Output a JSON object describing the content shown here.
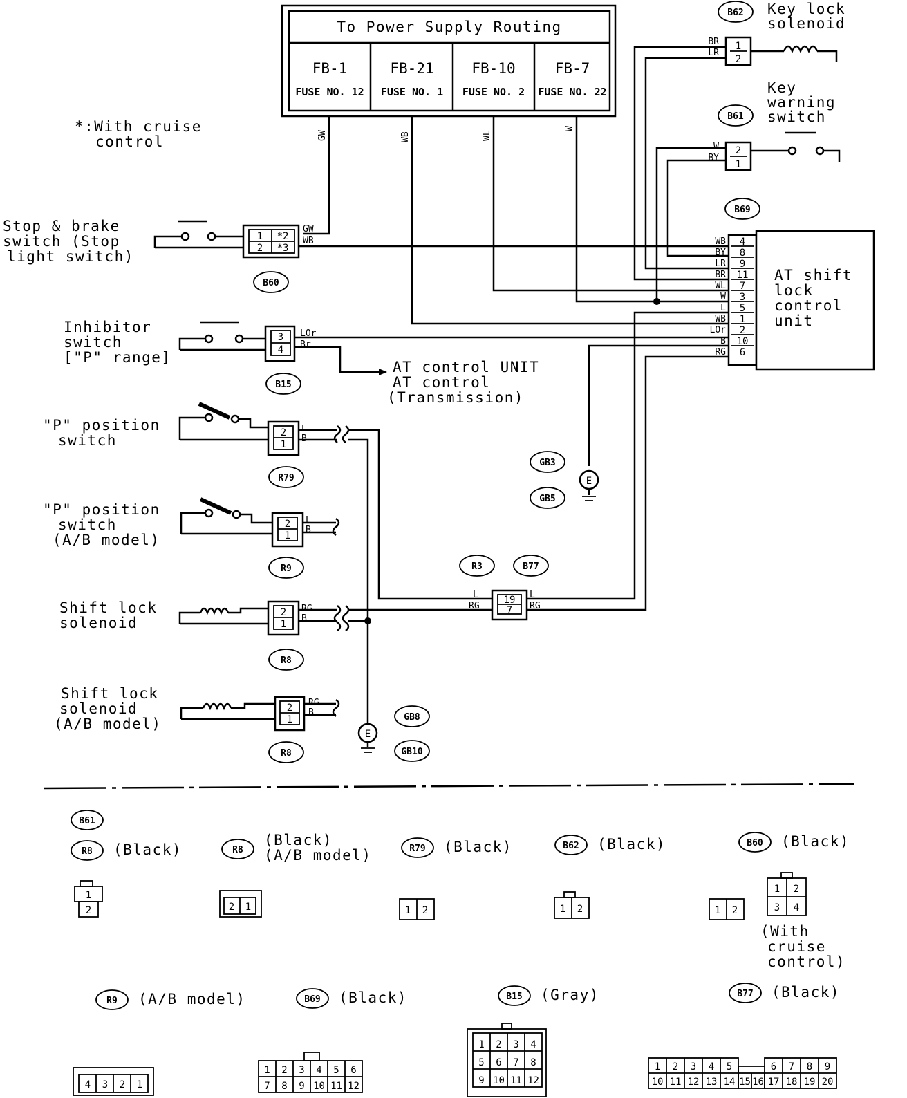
{
  "power": {
    "title": "To Power Supply Routing",
    "fuses": [
      {
        "fb": "FB-1",
        "fuse": "FUSE NO. 12",
        "wire": "GW"
      },
      {
        "fb": "FB-21",
        "fuse": "FUSE NO. 1",
        "wire": "WB"
      },
      {
        "fb": "FB-10",
        "fuse": "FUSE NO. 2",
        "wire": "WL"
      },
      {
        "fb": "FB-7",
        "fuse": "FUSE NO. 22",
        "wire": "W"
      }
    ]
  },
  "note": {
    "line1": "*:With cruise",
    "line2": "control"
  },
  "components": {
    "key_lock": {
      "line1": "Key lock",
      "line2": "solenoid",
      "conn": "B62"
    },
    "key_warning": {
      "line1": "Key",
      "line2": "warning",
      "line3": "switch",
      "conn": "B61"
    },
    "stop_brake": {
      "line1": "Stop & brake",
      "line2": "switch (Stop",
      "line3": "light switch)",
      "conn": "B60"
    },
    "inhibitor": {
      "line1": "Inhibitor",
      "line2": "switch",
      "line3": "[\"P\" range]",
      "conn": "B15"
    },
    "at_control": {
      "line1": "AT control UNIT",
      "line2": "AT control",
      "line3": "(Transmission)"
    },
    "p_pos1": {
      "line1": "\"P\" position",
      "line2": "switch",
      "conn": "R79"
    },
    "p_pos2": {
      "line1": "\"P\" position",
      "line2": "switch",
      "line3": "(A/B model)",
      "conn": "R9"
    },
    "shift1": {
      "line1": "Shift lock",
      "line2": "solenoid",
      "conn": "R8"
    },
    "shift2": {
      "line1": "Shift lock",
      "line2": "solenoid",
      "line3": "(A/B model)",
      "conn": "R8"
    },
    "unit": {
      "line1": "AT shift",
      "line2": "lock",
      "line3": "control",
      "line4": "unit",
      "conn": "B69"
    },
    "grounds": {
      "g1": "GB3",
      "g2": "GB5",
      "g3": "GB8",
      "g4": "GB10",
      "symbol": "E"
    },
    "junction": {
      "a": "R3",
      "b": "B77"
    }
  },
  "unit_pins": [
    {
      "wire": "WB",
      "pin": "4"
    },
    {
      "wire": "BY",
      "pin": "8"
    },
    {
      "wire": "LR",
      "pin": "9"
    },
    {
      "wire": "BR",
      "pin": "11"
    },
    {
      "wire": "WL",
      "pin": "7"
    },
    {
      "wire": "W",
      "pin": "3"
    },
    {
      "wire": "L",
      "pin": "5"
    },
    {
      "wire": "WB",
      "pin": "1"
    },
    {
      "wire": "LOr",
      "pin": "2"
    },
    {
      "wire": "B",
      "pin": "10"
    },
    {
      "wire": "RG",
      "pin": "6"
    }
  ],
  "legend": {
    "b61": "B61",
    "r8a": "R8",
    "r8a_color": "(Black)",
    "r8b": "R8",
    "r8b_color": "(Black)",
    "r8b_note": "(A/B model)",
    "r79": "R79",
    "r79_color": "(Black)",
    "b62": "B62",
    "b62_color": "(Black)",
    "b60": "B60",
    "b60_color": "(Black)",
    "b60_note1": "(With",
    "b60_note2": "cruise",
    "b60_note3": "control)",
    "r9": "R9",
    "r9_color": "(A/B model)",
    "b69": "B69",
    "b69_color": "(Black)",
    "b15": "B15",
    "b15_color": "(Gray)",
    "b77": "B77",
    "b77_color": "(Black)"
  }
}
